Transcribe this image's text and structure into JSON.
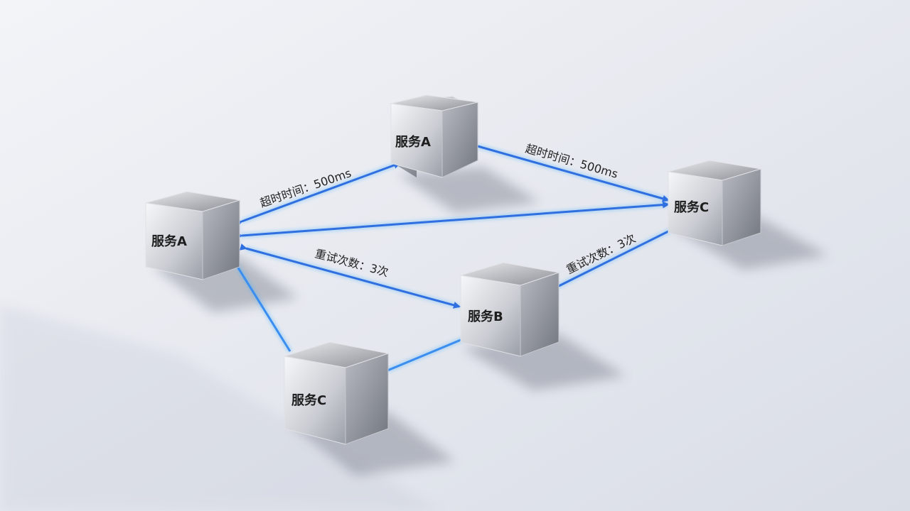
{
  "nodes": {
    "a_top": "服务A",
    "a_left": "服务A",
    "c_right": "服务C",
    "b_mid": "服务B",
    "c_bottom": "服务C"
  },
  "edges": {
    "timeout_left": "超时时间：500ms",
    "timeout_right": "超时时间：500ms",
    "retry_mid": "重试次数：3次",
    "retry_right": "重试次数：3次"
  },
  "colors": {
    "arrow": "#2f6fe0",
    "glow": "#4fb3ff"
  }
}
